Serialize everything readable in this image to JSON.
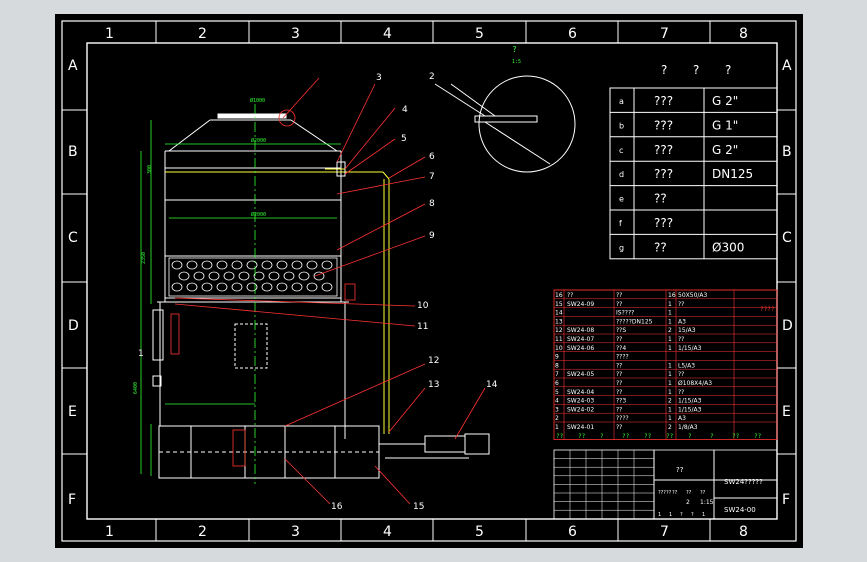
{
  "grid": {
    "columns": [
      "1",
      "2",
      "3",
      "4",
      "5",
      "6",
      "7",
      "8"
    ],
    "rows": [
      "A",
      "B",
      "C",
      "D",
      "E",
      "F"
    ]
  },
  "callouts": [
    "1",
    "2",
    "3",
    "4",
    "5",
    "6",
    "7",
    "8",
    "9",
    "10",
    "11",
    "12",
    "13",
    "14",
    "15",
    "16"
  ],
  "detail": {
    "label": "?",
    "scale": "1:5"
  },
  "nozzle_table": {
    "header": [
      "?",
      "?",
      "?"
    ],
    "rows": [
      {
        "mark": "a",
        "name": "???",
        "spec": "G 2\""
      },
      {
        "mark": "b",
        "name": "???",
        "spec": "G 1\""
      },
      {
        "mark": "c",
        "name": "???",
        "spec": "G 2\""
      },
      {
        "mark": "d",
        "name": "???",
        "spec": "DN125"
      },
      {
        "mark": "e",
        "name": "??",
        "spec": ""
      },
      {
        "mark": "f",
        "name": "???",
        "spec": ""
      },
      {
        "mark": "g",
        "name": "??",
        "spec": "Ø300"
      }
    ]
  },
  "bom": {
    "rows": [
      {
        "no": "16",
        "code": "??",
        "name": "??",
        "qty": "16",
        "mat": "50X50/A3"
      },
      {
        "no": "15",
        "code": "SW24-09",
        "name": "??",
        "qty": "1",
        "mat": "??"
      },
      {
        "no": "14",
        "code": "",
        "name": "IS????",
        "qty": "1",
        "mat": ""
      },
      {
        "no": "13",
        "code": "",
        "name": "?????DN125",
        "qty": "1",
        "mat": "A3"
      },
      {
        "no": "12",
        "code": "SW24-08",
        "name": "??S",
        "qty": "2",
        "mat": "15/A3"
      },
      {
        "no": "11",
        "code": "SW24-07",
        "name": "??",
        "qty": "1",
        "mat": "??"
      },
      {
        "no": "10",
        "code": "SW24-06",
        "name": "??4",
        "qty": "1",
        "mat": "1/15/A3"
      },
      {
        "no": "9",
        "code": "",
        "name": "????",
        "qty": "",
        "mat": ""
      },
      {
        "no": "8",
        "code": "",
        "name": "??",
        "qty": "1",
        "mat": "L5/A3"
      },
      {
        "no": "7",
        "code": "SW24-05",
        "name": "??",
        "qty": "1",
        "mat": "??"
      },
      {
        "no": "6",
        "code": "",
        "name": "??",
        "qty": "1",
        "mat": "Ø108X4/A3"
      },
      {
        "no": "5",
        "code": "SW24-04",
        "name": "??",
        "qty": "1",
        "mat": "??"
      },
      {
        "no": "4",
        "code": "SW24-03",
        "name": "??3",
        "qty": "2",
        "mat": "1/15/A3"
      },
      {
        "no": "3",
        "code": "SW24-02",
        "name": "??",
        "qty": "1",
        "mat": "1/15/A3"
      },
      {
        "no": "2",
        "code": "",
        "name": "????",
        "qty": "1",
        "mat": "A3"
      },
      {
        "no": "1",
        "code": "SW24-01",
        "name": "??",
        "qty": "2",
        "mat": "1/8/A3"
      }
    ],
    "header": [
      "??",
      "??",
      "?",
      "??",
      "??",
      "??",
      "?",
      "?",
      "??",
      "??"
    ],
    "stamp": "????"
  },
  "title_block": {
    "name": "??",
    "project": "SW24?????",
    "drawing_no": "SW24-00",
    "scale_row": [
      "?????",
      "??",
      "??",
      "??"
    ],
    "scale_vals": [
      "2",
      "1:15"
    ],
    "sheet_row": [
      "1",
      "1",
      "?",
      "?",
      "1"
    ]
  },
  "colors": {
    "frame": "#ffffff",
    "vessel": "#ffffff",
    "dims": "#33ff33",
    "leaders": "#ff3333",
    "pipes": "#ffff33"
  }
}
